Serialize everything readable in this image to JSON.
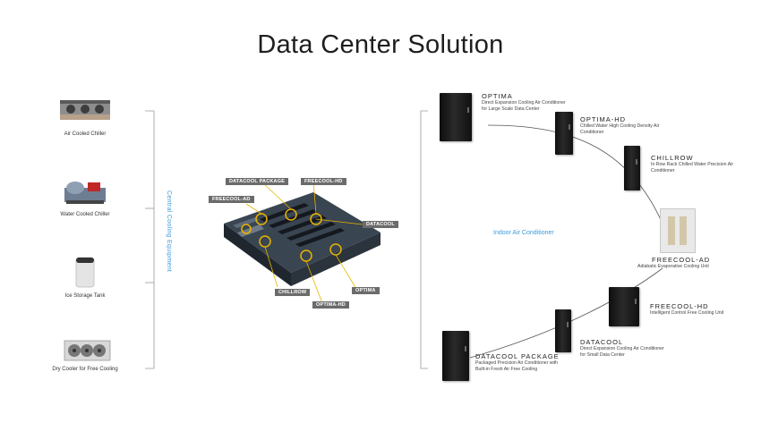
{
  "title": "Data Center Solution",
  "central_equipment": {
    "label": "Central Cooling Equipment",
    "items": [
      {
        "label": "Air Cooled Chiller",
        "icon": "air-cooled-chiller-icon"
      },
      {
        "label": "Water Cooled Chiller",
        "icon": "water-cooled-chiller-icon"
      },
      {
        "label": "Ice Storage Tank",
        "icon": "ice-storage-tank-icon"
      },
      {
        "label": "Dry Cooler for Free Cooling",
        "icon": "dry-cooler-icon"
      }
    ]
  },
  "center_tags": [
    "DATACOOL PACKAGE",
    "FREECOOL-HD",
    "FREECOOL-AD",
    "DATACOOL",
    "CHILLROW",
    "OPTIMA",
    "OPTIMA-HD"
  ],
  "indoor": {
    "label": "Indoor Air Conditioner",
    "units": [
      {
        "name": "OPTIMA",
        "desc": "Direct Expansion Cooling Air Conditioner for Large Scale Data Center"
      },
      {
        "name": "OPTIMA-HD",
        "desc": "Chilled Water High Cooling Density Air Conditioner"
      },
      {
        "name": "CHILLROW",
        "desc": "In Row Rack Chilled Water Precision Air Conditioner"
      },
      {
        "name": "FREECOOL-AD",
        "desc": "Adiabatic Evaporative Cooling Unit"
      },
      {
        "name": "FREECOOL-HD",
        "desc": "Intelligent Control Free Cooling Unit"
      },
      {
        "name": "DATACOOL",
        "desc": "Direct Expansion Cooling Air Conditioner for Small Data Center"
      },
      {
        "name": "DATACOOL PACKAGE",
        "desc": "Packaged Precision Air Conditioner with Built-in Fresh Air Free Cooling"
      }
    ]
  },
  "colors": {
    "accent": "#3b9ad9",
    "tag_bg": "#6b6b6b",
    "cabinet": "#111111"
  }
}
